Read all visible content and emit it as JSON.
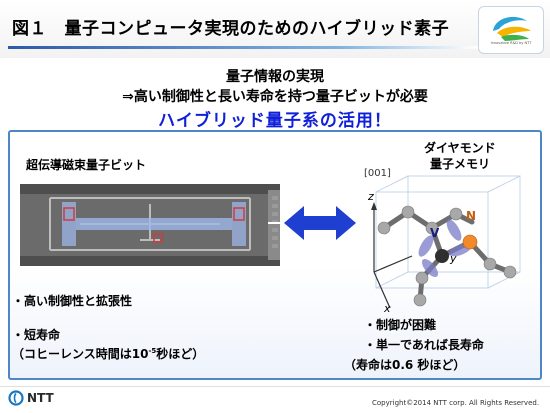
{
  "header": {
    "title": "図１　量子コンピュータ実現のためのハイブリッド素子",
    "logo_caption": "Innovative R&D by NTT"
  },
  "headline": {
    "line1": "量子情報の実現",
    "line2": "⇒高い制御性と長い寿命を持つ量子ビットが必要",
    "line3": "ハイブリッド量子系の活用！"
  },
  "left": {
    "label": "超伝導磁束量子ビット",
    "bullet1": "・高い制御性と拡張性",
    "bullet2": "・短寿命",
    "note_prefix": "（コヒーレンス時間は10",
    "note_exp": "-5",
    "note_suffix": "秒ほど）"
  },
  "right": {
    "label_line1": "ダイヤモンド",
    "label_line2": "量子メモリ",
    "axis_label": "[001]",
    "axis_x": "x",
    "axis_y": "y",
    "axis_z": "z",
    "atom_v": "V",
    "atom_n": "N",
    "bullet1": "・制御が困難",
    "bullet2": "・単一であれば長寿命",
    "note": "（寿命は0.6 秒ほど）"
  },
  "footer": {
    "company": "NTT",
    "copyright": "Copyright©2014 NTT corp. All Rights Reserved."
  },
  "colors": {
    "accent_blue": "#1020d8",
    "panel_border": "#4f86c6",
    "arrow_blue": "#1f3fd0"
  }
}
